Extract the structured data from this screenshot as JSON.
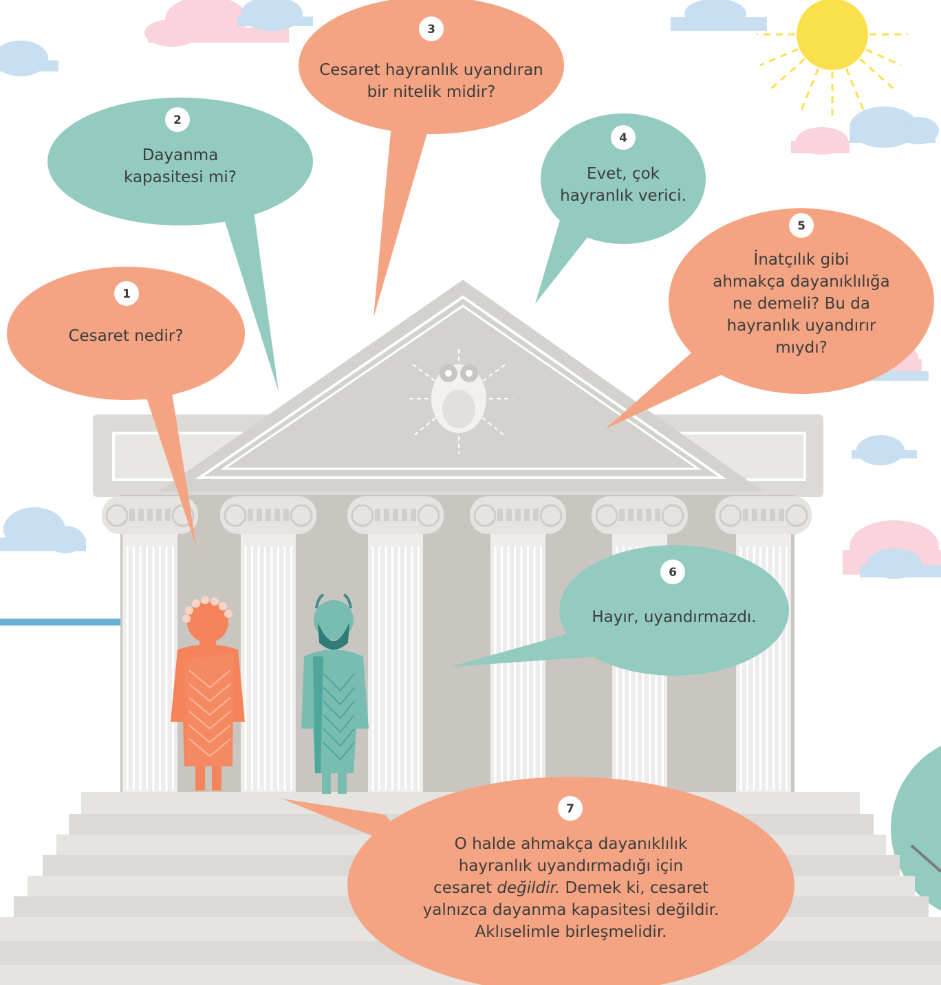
{
  "colors": {
    "salmon": "#f4a483",
    "teal": "#93cbc0",
    "stone": "#d2d0cc",
    "stone_light": "#e6e4e1",
    "stone_dark": "#bdbab5",
    "sun": "#fbe04d",
    "cloud_blue": "#c7dff0",
    "cloud_pink": "#fad3dc",
    "figure_orange": "#f6845a",
    "figure_teal": "#79bdb1"
  },
  "bubbles": [
    {
      "number": "1",
      "lines": [
        "Cesaret nedir?"
      ],
      "color": "salmon"
    },
    {
      "number": "2",
      "lines": [
        "Dayanma",
        "kapasitesi mi?"
      ],
      "color": "teal"
    },
    {
      "number": "3",
      "lines": [
        "Cesaret hayranlık uyandıran",
        "bir nitelik midir?"
      ],
      "color": "salmon"
    },
    {
      "number": "4",
      "lines": [
        "Evet, çok",
        "hayranlık verici."
      ],
      "color": "teal"
    },
    {
      "number": "5",
      "lines": [
        "İnatçılık gibi",
        "ahmakça dayanıklılığa",
        "ne demeli? Bu da",
        "hayranlık uyandırır",
        "mıydı?"
      ],
      "color": "salmon"
    },
    {
      "number": "6",
      "lines": [
        "Hayır, uyandırmazdı."
      ],
      "color": "teal"
    },
    {
      "number": "7",
      "lines": [
        "O halde ahmakça dayanıklılık",
        "hayranlık uyandırmadığı için"
      ],
      "line3_a": "cesaret ",
      "line3_em": "değildir.",
      "line3_b": " Demek ki, cesaret",
      "lines_after": [
        "yalnızca dayanma kapasitesi değildir.",
        "Aklıselimle birleşmelidir."
      ],
      "color": "salmon"
    }
  ],
  "icons": [
    "sun-icon",
    "owl-icon",
    "cloud-icon",
    "orange-figure-icon",
    "teal-figure-icon",
    "temple-icon"
  ]
}
